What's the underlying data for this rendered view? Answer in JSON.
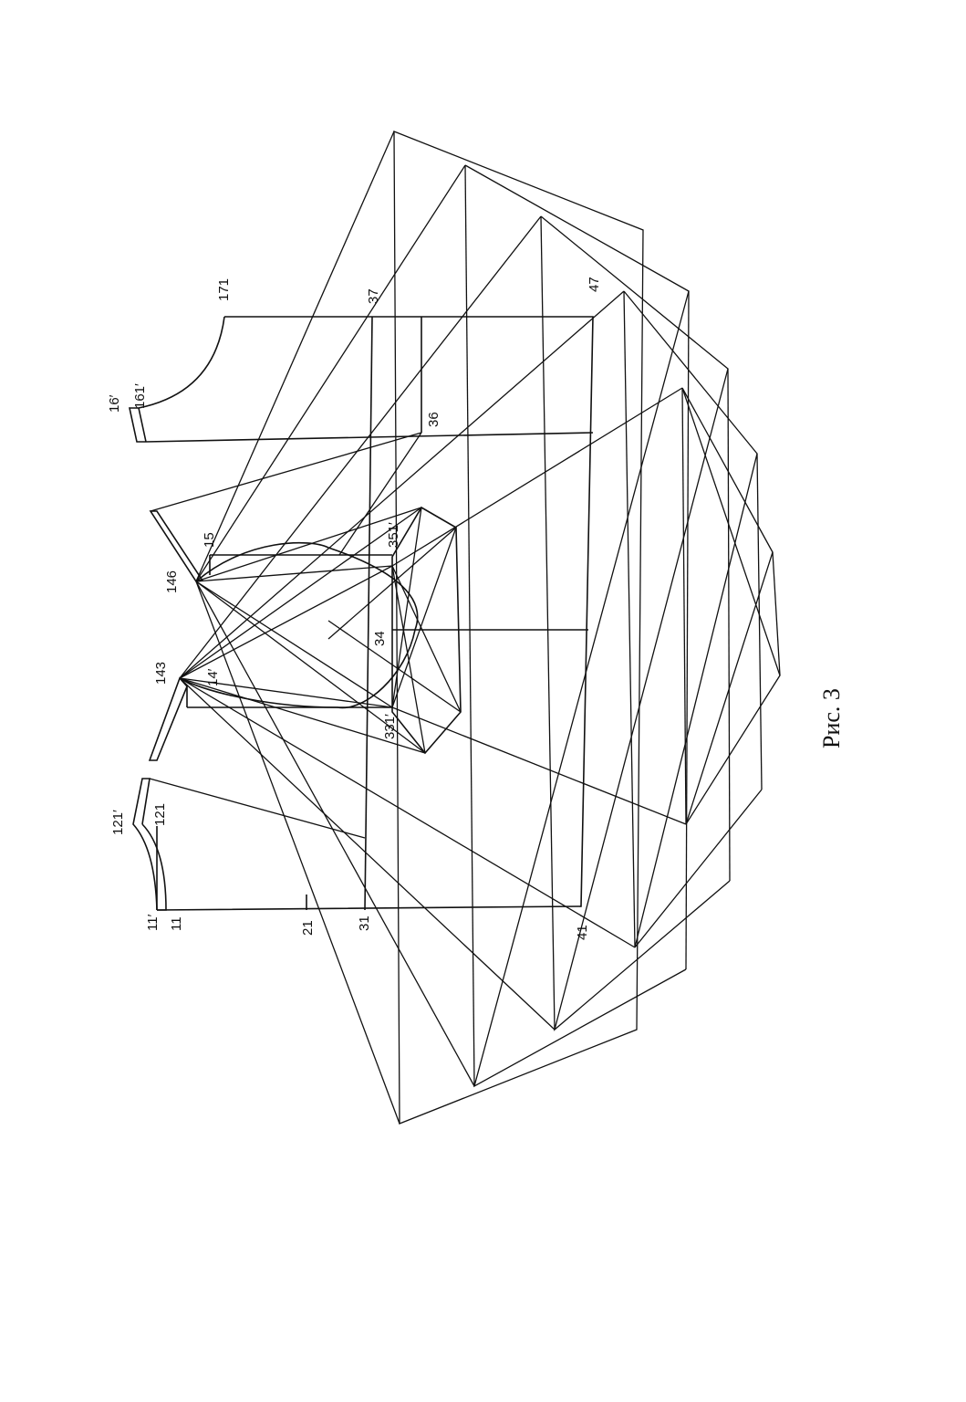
{
  "figure": {
    "caption": "Рис. 3",
    "labels": {
      "p11prime": "11′",
      "p11": "11",
      "p21": "21",
      "p31": "31",
      "p41": "41",
      "p121prime": "121′",
      "p121": "121",
      "p143": "143",
      "p14prime": "14′",
      "p146": "146",
      "p15": "15",
      "p331prime": "331′",
      "p34": "34",
      "p351prime": "351′",
      "p36": "36",
      "p37": "37",
      "p47": "47",
      "p16prime": "16′",
      "p161prime": "161′",
      "p171": "171"
    }
  }
}
